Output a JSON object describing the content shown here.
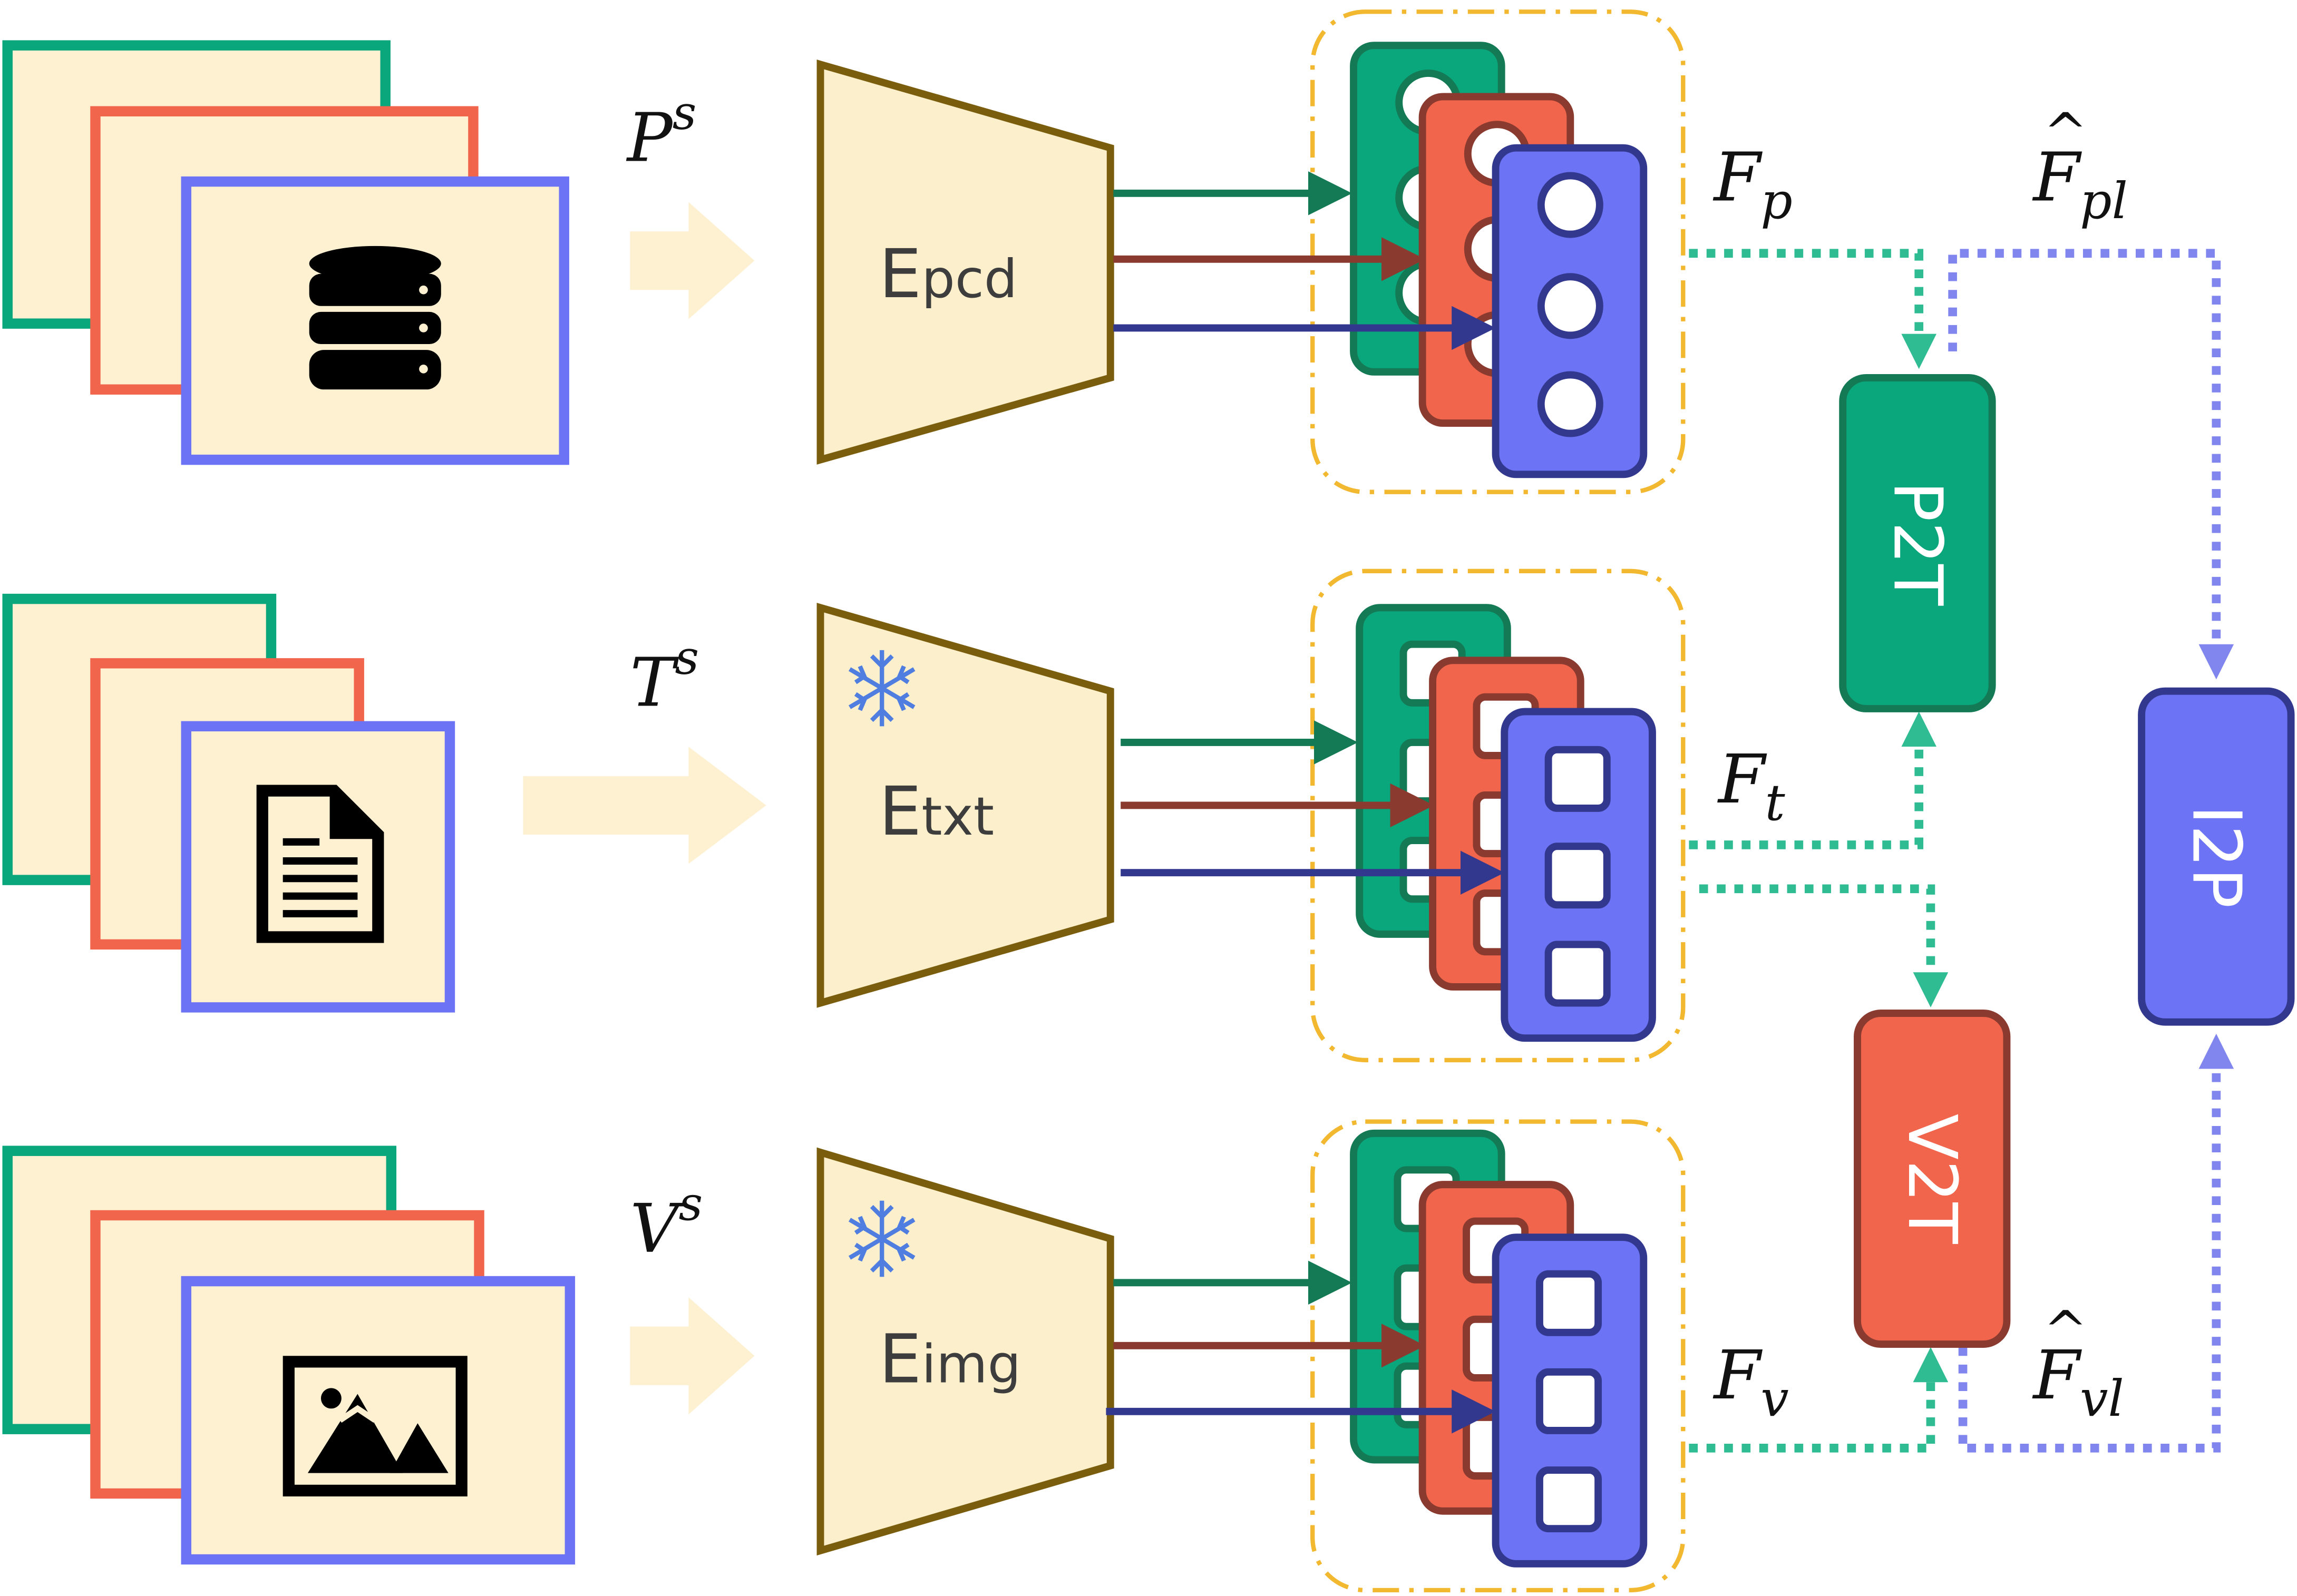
{
  "colors": {
    "green": "#0aa67c",
    "green_dark": "#137a55",
    "red": "#f0654b",
    "red_dark": "#8a3a2e",
    "blue": "#6c74f5",
    "blue_dark": "#33388f",
    "cream": "#fdf1d2",
    "encoder_fill": "#fcefcb",
    "encoder_stroke": "#7a5e0e",
    "dash_box": "#f2b830",
    "teal_dotted": "#2fbc93",
    "violet_dotted": "#8086ee"
  },
  "inputs": {
    "pcd": {
      "label_main": "P",
      "label_sup": "s",
      "icon": "database-icon"
    },
    "txt": {
      "label_main": "T",
      "label_sup": "s",
      "icon": "document-icon"
    },
    "img": {
      "label_main": "V",
      "label_sup": "s",
      "icon": "image-icon"
    }
  },
  "encoders": {
    "pcd": {
      "main": "E",
      "sub": "pcd",
      "frozen": false
    },
    "txt": {
      "main": "E",
      "sub": "txt",
      "frozen": true,
      "frozen_icon": "snowflake-icon"
    },
    "img": {
      "main": "E",
      "sub": "img",
      "frozen": true,
      "frozen_icon": "snowflake-icon"
    }
  },
  "features": {
    "p": {
      "main": "F",
      "sub": "p"
    },
    "t": {
      "main": "F",
      "sub": "t"
    },
    "v": {
      "main": "F",
      "sub": "v"
    },
    "pl": {
      "main": "F",
      "hat": "^",
      "sub": "pl"
    },
    "vl": {
      "main": "F",
      "hat": "^",
      "sub": "vl"
    }
  },
  "modules": {
    "p2t": "P2T",
    "v2t": "V2T",
    "i2p": "I2P"
  }
}
